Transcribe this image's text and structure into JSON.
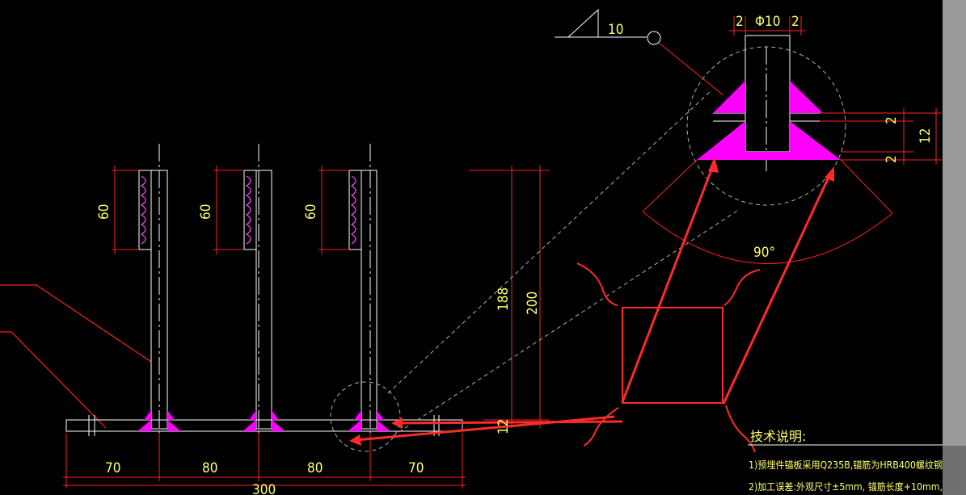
{
  "weld": {
    "size": "10"
  },
  "detail": {
    "gap_left": "2",
    "diameter": "Φ10",
    "gap_right": "2",
    "gap_top": "2",
    "gap_bottom": "2",
    "thickness": "12",
    "angle": "90°"
  },
  "anchors": {
    "len1": "60",
    "len2": "60",
    "len3": "60"
  },
  "heights": {
    "inner": "188",
    "outer": "200",
    "plate": "12"
  },
  "bottom": {
    "d1": "70",
    "d2": "80",
    "d3": "80",
    "d4": "70",
    "total": "300"
  },
  "notes": {
    "title": "技术说明:",
    "line1": "1)预埋件锚板采用Q235B,锚筋为HRB400螺纹钢",
    "line2": "2)加工误差:外观尺寸±5mm, 锚筋长度+10mm,"
  },
  "colors": {
    "weld_fill": "#ff00ff",
    "annotation": "#ff2a2a",
    "dimension": "#ffff66"
  }
}
